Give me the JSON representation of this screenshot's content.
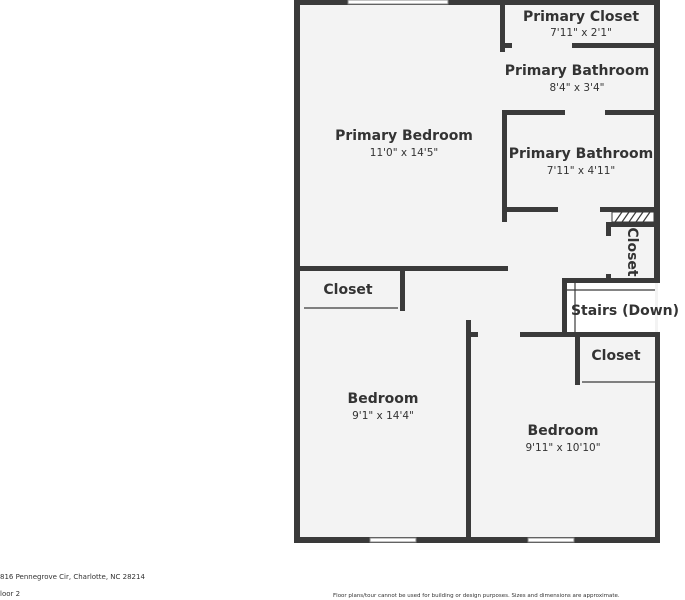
{
  "rooms": {
    "primary_closet": {
      "name": "Primary Closet",
      "dim": "7'11\" x 2'1\""
    },
    "primary_bath_upper": {
      "name": "Primary Bathroom",
      "dim": "8'4\" x 3'4\""
    },
    "primary_bedroom": {
      "name": "Primary Bedroom",
      "dim": "11'0\" x 14'5\""
    },
    "primary_bath_lower": {
      "name": "Primary Bathroom",
      "dim": "7'11\" x 4'11\""
    },
    "closet_right": {
      "name": "Closet"
    },
    "closet_left": {
      "name": "Closet"
    },
    "stairs": {
      "name": "Stairs (Down)"
    },
    "closet_lower_right": {
      "name": "Closet"
    },
    "bedroom_left": {
      "name": "Bedroom",
      "dim": "9'1\" x 14'4\""
    },
    "bedroom_right": {
      "name": "Bedroom",
      "dim": "9'11\" x 10'10\""
    }
  },
  "footer": {
    "address": "816 Pennegrove Cir, Charlotte, NC 28214",
    "floor": "loor 2",
    "disclaimer": "Floor plans/tour cannot be used for building or design purposes. Sizes and dimensions are approximate."
  },
  "colors": {
    "wall": "#3a3a3a",
    "floor": "#f3f3f3",
    "background": "#ffffff"
  }
}
